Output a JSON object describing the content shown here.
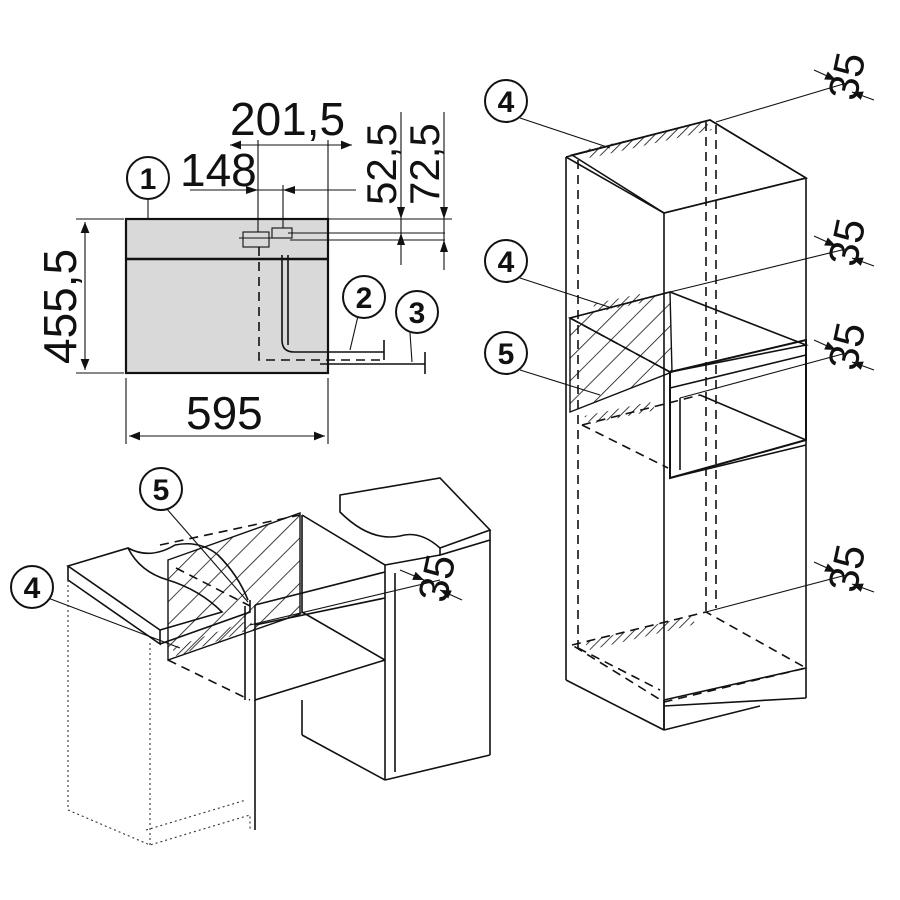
{
  "dimensions": {
    "d201_5": "201,5",
    "d148": "148",
    "d52_5": "52,5",
    "d72_5": "72,5",
    "d455_5": "455,5",
    "d595": "595",
    "d35": "35"
  },
  "callouts": {
    "c1": "1",
    "c2": "2",
    "c3": "3",
    "c4": "4",
    "c5": "5"
  },
  "colors": {
    "appliance_fill": "#d9d9d9",
    "line": "#111111"
  }
}
